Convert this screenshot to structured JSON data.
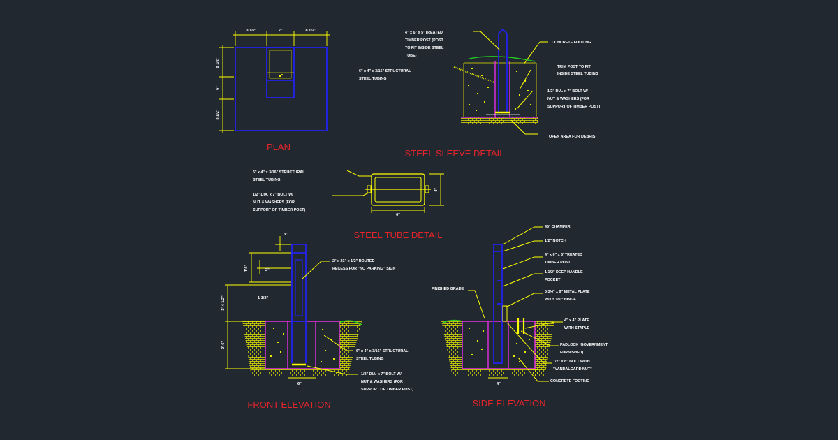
{
  "titles": {
    "plan": "PLAN",
    "sleeve": "STEEL SLEEVE DETAIL",
    "tube": "STEEL TUBE DETAIL",
    "front": "FRONT ELEVATION",
    "side": "SIDE ELEVATION"
  },
  "plan": {
    "dim_left_top": "8 1/2\"",
    "dim_center_top": "7\"",
    "dim_right_top": "8 1/2\"",
    "dim_side_top": "8 1/2\"",
    "dim_side_mid": "6\"",
    "dim_side_bottom": "8 1/2\""
  },
  "sleeve": {
    "post_note": [
      "4\" x 6\" x 5' TREATED",
      "TIMBER POST (POST",
      "TO FIT INSIDE STEEL",
      "TUBE)"
    ],
    "tubing_note": [
      "6\" x 4\" x 3/16\" STRUCTURAL",
      "STEEL TUBING"
    ],
    "footing_note": "CONCRETE FOOTING",
    "trim_note": [
      "TRIM POST TO FIT",
      "INSIDE STEEL TUBING"
    ],
    "bolt_note": [
      "1/2\" DIA. x 7\" BOLT W/",
      "NUT & WASHERS (FOR",
      "SUPPORT OF TIMBER POST)"
    ],
    "debris_note": "OPEN AREA FOR DEBRIS"
  },
  "tube": {
    "tubing_note": [
      "6\" x 4\" x 3/16\" STRUCTURAL",
      "STEEL TUBING"
    ],
    "bolt_note": [
      "1/2\" DIA. x 7\" BOLT W/",
      "NUT & WASHERS (FOR",
      "SUPPORT OF TIMBER POST)"
    ],
    "dim_width": "6\"",
    "dim_height": "4\""
  },
  "front": {
    "dim_top": "3\"",
    "dim_a": "1'6\"",
    "dim_b": "2\"",
    "dim_c": "1 1/2\"",
    "dim_d": "1'-4 1/2\"",
    "dim_e": "2'-6\"",
    "dim_bottom": "6\"",
    "recess_note": [
      "2\" x 21\" x 1/2\" ROUTED",
      "RECESS FOR \"NO PARKING\" SIGN"
    ],
    "tubing_note": [
      "6\" x 4\" x 3/16\" STRUCTURAL",
      "STEEL TUBING"
    ],
    "bolt_note": [
      "1/2\" DIA. x 7\" BOLT W/",
      "NUT & WASHERS (FOR",
      "SUPPORT OF TIMBER POST)"
    ]
  },
  "side": {
    "chamfer_note": "45° CHAMFER",
    "notch_note": "1/2\" NOTCH",
    "post_note": [
      "4\" x 6\" x 5' TREATED",
      "TIMBER POST"
    ],
    "handle_note": [
      "1 1/2\" DEEP HANDLE",
      "POCKET"
    ],
    "plate_note": [
      "5 3/4\" x 9\" METAL PLATE",
      "WITH 180° HINGE"
    ],
    "grade_note": "FINISHED GRADE",
    "staple_note": [
      "4\" x 4\" PLATE",
      "WITH STAPLE"
    ],
    "padlock_note": [
      "PADLOCK (GOVERNMENT",
      "FURNISHED)"
    ],
    "bolt_note": [
      "1/2\" x 8\" BOLT WITH",
      "\"VANDALGARD NUT\""
    ],
    "footing_note": "CONCRETE FOOTING",
    "dim_bottom": "4\""
  },
  "colors": {
    "background": "#212830",
    "dimension": "#ffff00",
    "tube": "#e62ee6",
    "post": "#2222ee",
    "title": "#e3242b",
    "grass": "#22cc22"
  }
}
